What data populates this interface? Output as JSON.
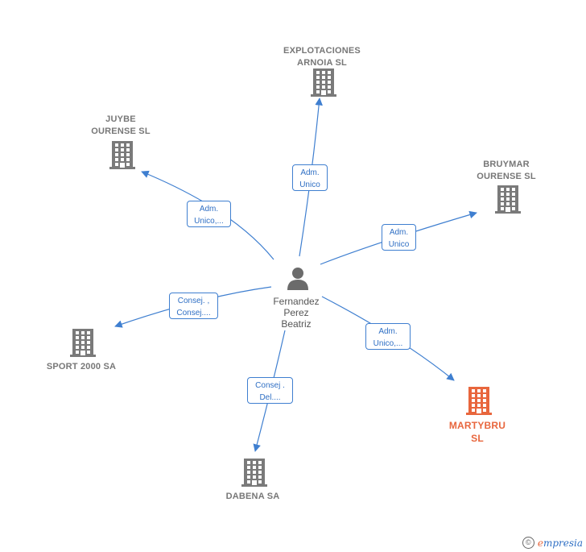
{
  "colors": {
    "edge": "#3f7fd0",
    "building": "#7a7a7a",
    "highlight": "#e8663d",
    "person": "#6b6b6b"
  },
  "center": {
    "name_lines": [
      "Fernandez",
      "Perez",
      "Beatriz"
    ],
    "icon": "person-icon"
  },
  "companies": [
    {
      "id": "explotaciones-arnoia",
      "lines": [
        "EXPLOTACIONES",
        "ARNOIA  SL"
      ],
      "highlight": false
    },
    {
      "id": "juybe-ourense",
      "lines": [
        "JUYBE",
        "OURENSE  SL"
      ],
      "highlight": false
    },
    {
      "id": "bruymar-ourense",
      "lines": [
        "BRUYMAR",
        "OURENSE  SL"
      ],
      "highlight": false
    },
    {
      "id": "sport-2000",
      "lines": [
        "SPORT 2000 SA"
      ],
      "highlight": false
    },
    {
      "id": "martybru",
      "lines": [
        "MARTYBRU",
        "SL"
      ],
      "highlight": true
    },
    {
      "id": "dabena",
      "lines": [
        "DABENA SA"
      ],
      "highlight": false
    }
  ],
  "edges": [
    {
      "to": "explotaciones-arnoia",
      "lines": [
        "Adm.",
        "Unico"
      ]
    },
    {
      "to": "juybe-ourense",
      "lines": [
        "Adm.",
        "Unico,..."
      ]
    },
    {
      "to": "bruymar-ourense",
      "lines": [
        "Adm.",
        "Unico"
      ]
    },
    {
      "to": "sport-2000",
      "lines": [
        "Consej. ,",
        "Consej...."
      ]
    },
    {
      "to": "martybru",
      "lines": [
        "Adm.",
        "Unico,..."
      ]
    },
    {
      "to": "dabena",
      "lines": [
        "Consej .",
        "Del...."
      ]
    }
  ],
  "footer": {
    "copyright_symbol": "©",
    "brand_first": "e",
    "brand_rest": "mpresia"
  }
}
